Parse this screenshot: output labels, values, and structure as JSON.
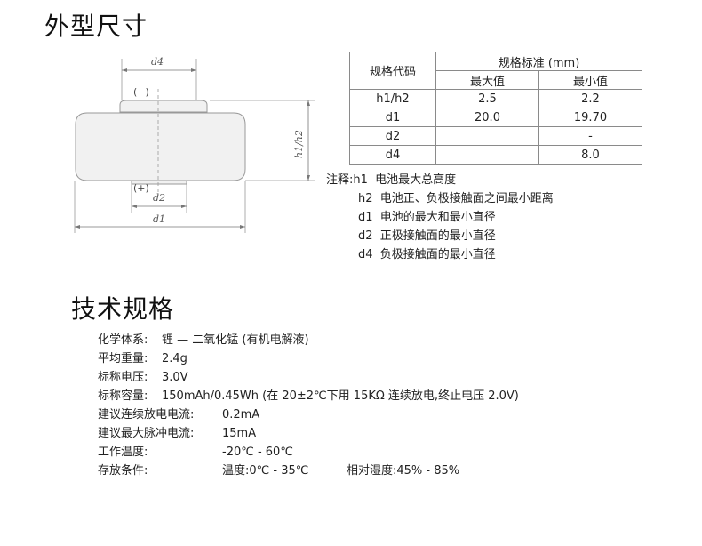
{
  "titles": {
    "dimensions": "外型尺寸",
    "tech_specs": "技术规格"
  },
  "diagram": {
    "label_neg": "(−)",
    "label_pos": "(+)",
    "label_d4": "d4",
    "label_d2": "d2",
    "label_d1": "d1",
    "label_h": "h1/h2"
  },
  "table": {
    "col_code": "规格代码",
    "col_std": "规格标准  (mm)",
    "col_max": "最大值",
    "col_min": "最小值",
    "rows": [
      {
        "code": "h1/h2",
        "max": "2.5",
        "min": "2.2"
      },
      {
        "code": "d1",
        "max": "20.0",
        "min": "19.70"
      },
      {
        "code": "d2",
        "max": "",
        "min": "-"
      },
      {
        "code": "d4",
        "max": "",
        "min": "8.0"
      }
    ]
  },
  "notes": {
    "prefix": "注释:",
    "items": [
      {
        "key": "h1",
        "text": "电池最大总高度"
      },
      {
        "key": "h2",
        "text": "电池正、负极接触面之间最小距离"
      },
      {
        "key": "d1",
        "text": "电池的最大和最小直径"
      },
      {
        "key": "d2",
        "text": "正极接触面的最小直径"
      },
      {
        "key": "d4",
        "text": "负极接触面的最小直径"
      }
    ]
  },
  "specs": {
    "chemistry_label": "化学体系:",
    "chemistry_value": "锂 — 二氧化锰 (有机电解液)",
    "weight_label": "平均重量:",
    "weight_value": "2.4g",
    "voltage_label": "标称电压:",
    "voltage_value": "3.0V",
    "capacity_label": "标称容量:",
    "capacity_value": "150mAh/0.45Wh (在 20±2℃下用 15KΩ 连续放电,终止电压 2.0V)",
    "cont_current_label": "建议连续放电电流:",
    "cont_current_value": "0.2mA",
    "pulse_current_label": "建议最大脉冲电流:",
    "pulse_current_value": "15mA",
    "op_temp_label": "工作温度:",
    "op_temp_value": "-20℃ - 60℃",
    "storage_label": "存放条件:",
    "storage_temp_value": "温度:0℃ - 35℃",
    "storage_humidity_value": "相对湿度:45% - 85%"
  }
}
